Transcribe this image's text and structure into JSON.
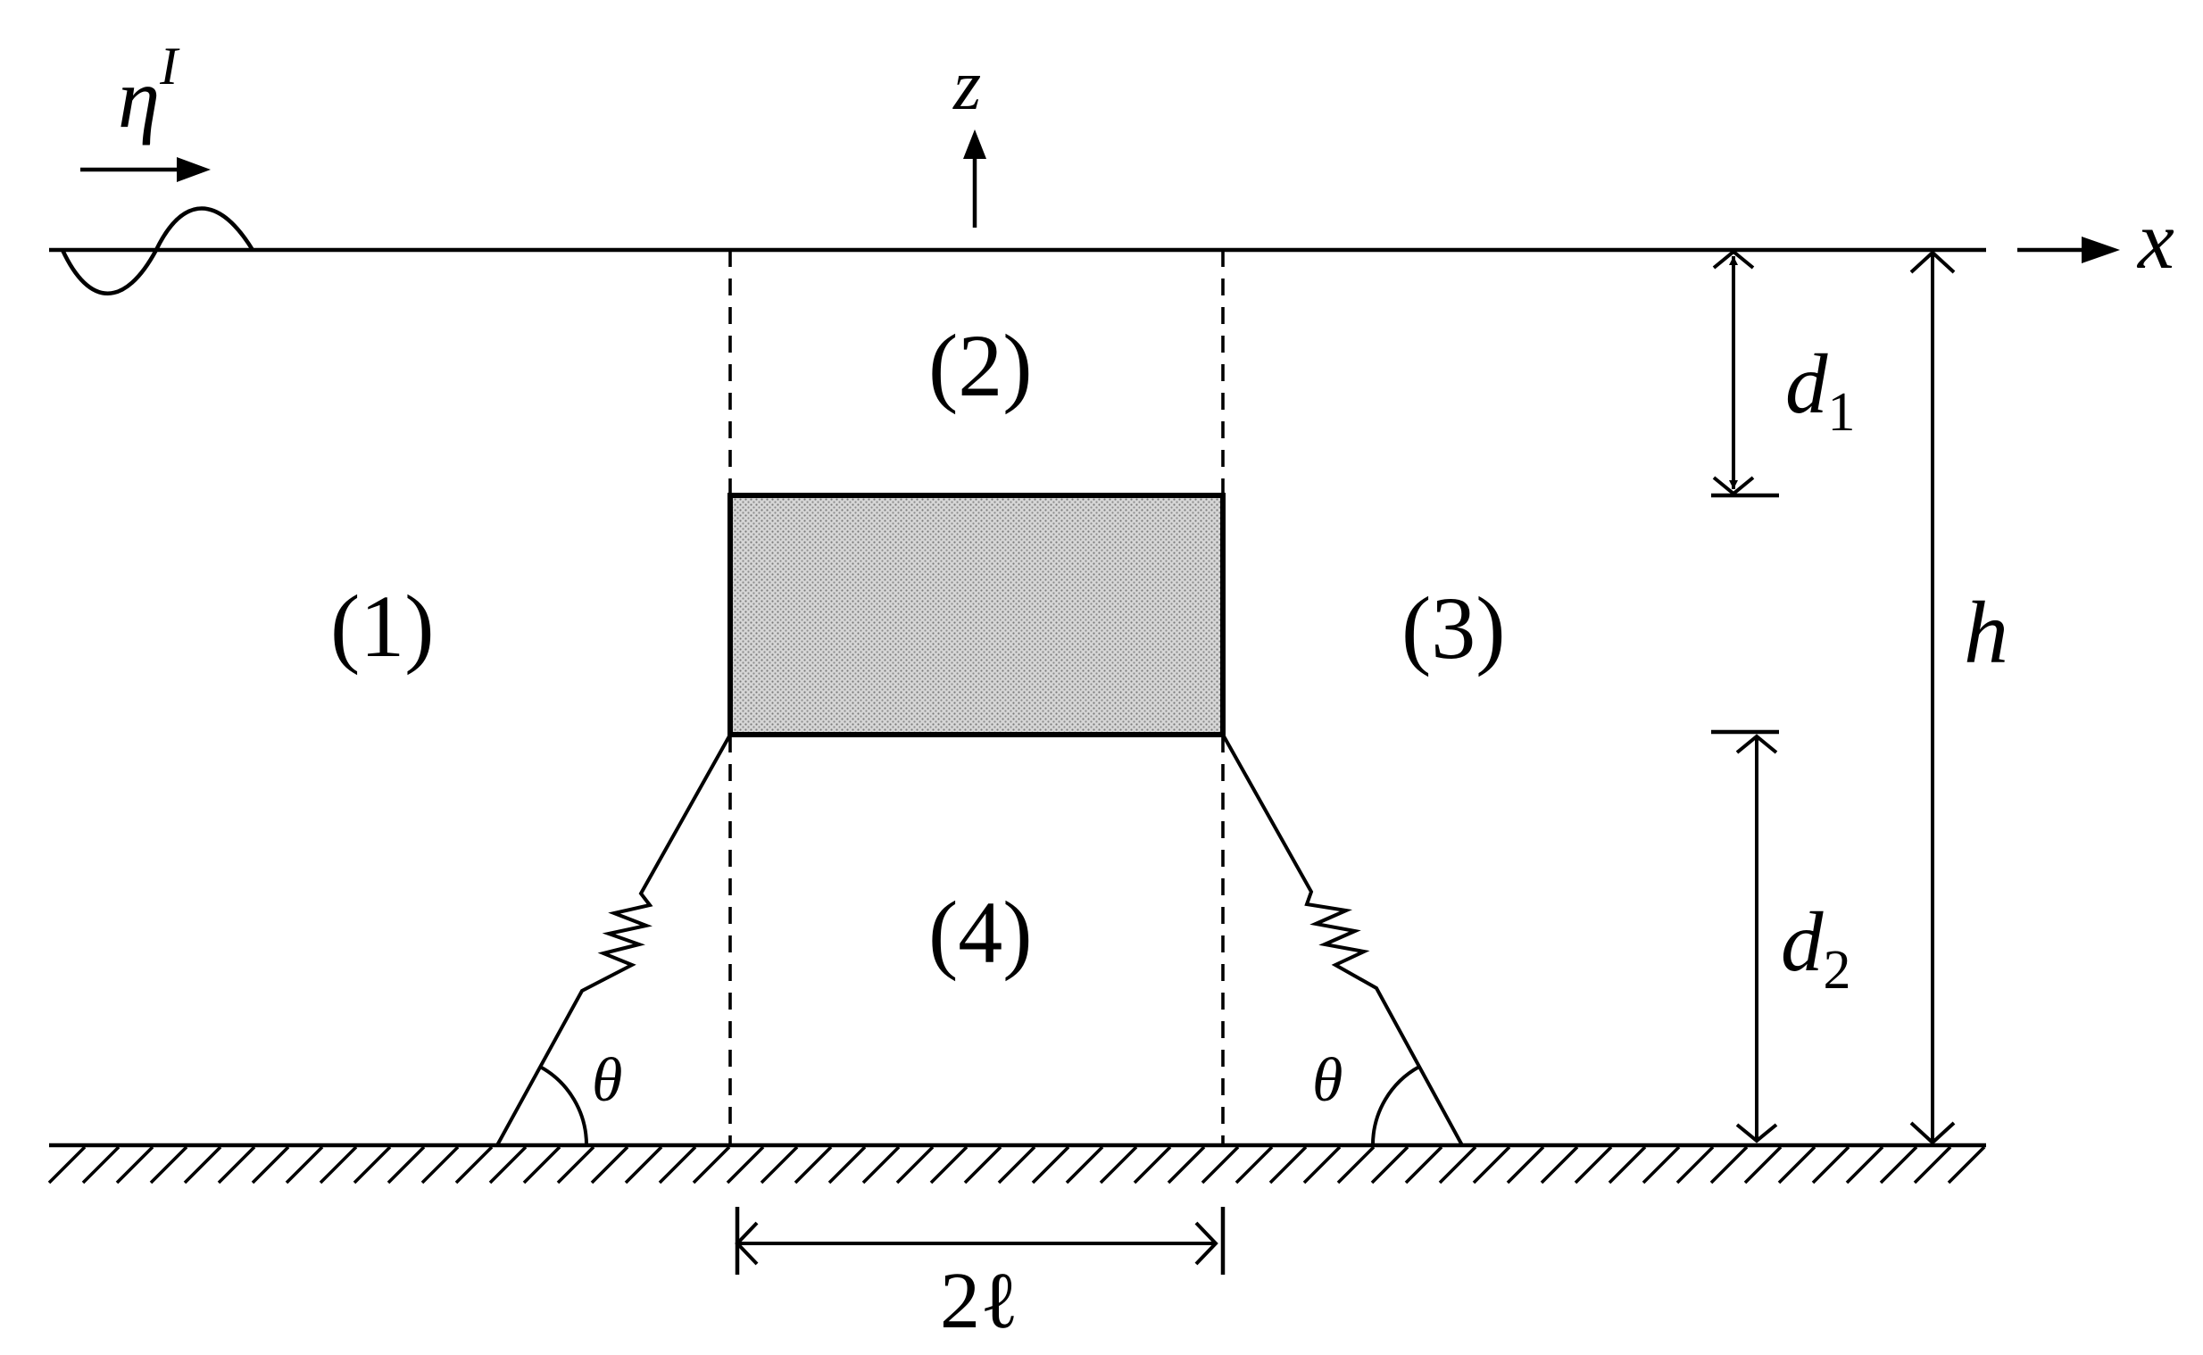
{
  "incident_wave": {
    "symbol": "η",
    "superscript": "I"
  },
  "axes": {
    "vertical": "z",
    "horizontal": "x"
  },
  "regions": {
    "r1": "(1)",
    "r2": "(2)",
    "r3": "(3)",
    "r4": "(4)"
  },
  "dimensions": {
    "d1": {
      "symbol": "d",
      "subscript": "1"
    },
    "d2": {
      "symbol": "d",
      "subscript": "2"
    },
    "depth": "h",
    "width": "2ℓ"
  },
  "angles": {
    "left": "θ",
    "right": "θ"
  },
  "colors": {
    "ink": "#000000",
    "background": "#ffffff",
    "body_fill": "#c8c8c8"
  }
}
